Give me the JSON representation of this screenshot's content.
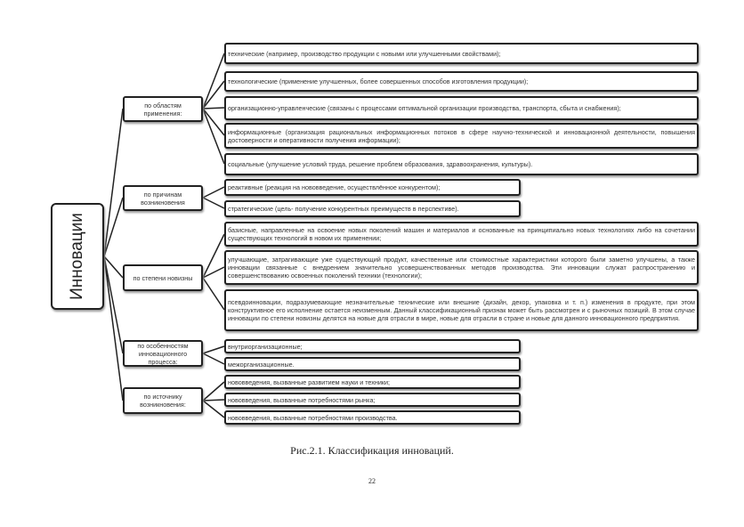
{
  "root": "Инновации",
  "categories": [
    {
      "label": "по областям применения:",
      "items": [
        "технические (например, производство продукции с новыми или улучшенными свойствами);",
        "технологические (применение улучшенных, более совершенных способов изготовления продукции);",
        "организационно-управленческие (связаны с процессами оптимальной организации производства, транспорта, сбыта и снабжения);",
        "информационные (организация рациональных информационных потоков в сфере научно-технической и инновационной деятельности, повышения достоверности и оперативности получения информации);",
        "социальные (улучшение условий труда, решение проблем образования, здравоохранения, культуры)."
      ]
    },
    {
      "label": "по причинам возникновения",
      "items": [
        "реактивные (реакция на нововведение, осуществлённое конкурентом);",
        "стратегические (цель- получение конкурентных преимуществ в перспективе)."
      ]
    },
    {
      "label": "по степени новизны",
      "items": [
        "базисные, направленные на освоение новых поколений машин и материалов и основанные на принципиально новых технологиях либо на сочетании существующих технологий в новом их применении;",
        "улучшающие, затрагивающие уже существующий продукт, качественные или стоимостные характеристики которого были заметно улучшены, а также инновации связанные с внедрением значительно усовершенствованных методов производства. Эти инновации служат распространению и совершенствованию освоенных поколений техники (технологии);",
        "псевдоинновации, подразумевающие незначительные технические или внешние (дизайн, декор, упаковка и т. п.) изменения в продукте, при этом конструктивное его исполнение остается неизменным. Данный классификационный признак может быть рассмотрен и с рыночных позиций. В этом случае инновации по степени новизны делятся на новые для отрасли в мире, новые для отрасли в стране и новые для данного инновационного предприятия."
      ]
    },
    {
      "label": "по особенностям инновационного процесса:",
      "items": [
        "внутриорганизационные;",
        "межорганизационные."
      ]
    },
    {
      "label": "по источнику возникновения:",
      "items": [
        "нововведения, вызванные развитием науки и техники;",
        "нововведения, вызванные потребностями рынка;",
        "нововведения, вызванные потребностями производства."
      ]
    }
  ],
  "caption": "Рис.2.1. Классификация инноваций.",
  "page_number": "22"
}
